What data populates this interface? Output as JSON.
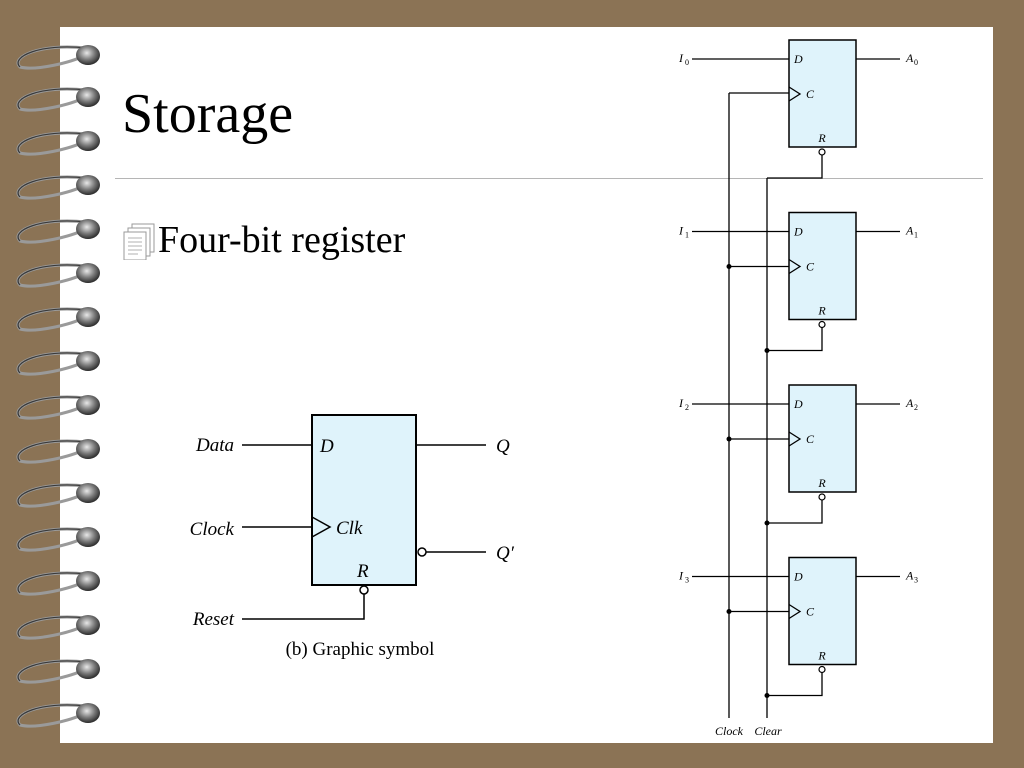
{
  "slide": {
    "title": "Storage",
    "bullet": "Four-bit register",
    "bullet_icon": "document-stack-icon",
    "colors": {
      "background": "#8b7355",
      "page": "#ffffff",
      "flipflop_fill": "#dff3fb"
    }
  },
  "symbol": {
    "inputs": {
      "data": "Data",
      "clock": "Clock",
      "reset": "Reset"
    },
    "pins": {
      "d": "D",
      "clk": "Clk",
      "r": "R"
    },
    "outputs": {
      "q": "Q",
      "q_not": "Q′"
    },
    "caption": "(b) Graphic symbol"
  },
  "register": {
    "pin_d": "D",
    "pin_c": "C",
    "pin_r": "R",
    "stages": [
      {
        "in_letter": "I",
        "in_index": "0",
        "out_letter": "A",
        "out_index": "0"
      },
      {
        "in_letter": "I",
        "in_index": "1",
        "out_letter": "A",
        "out_index": "1"
      },
      {
        "in_letter": "I",
        "in_index": "2",
        "out_letter": "A",
        "out_index": "2"
      },
      {
        "in_letter": "I",
        "in_index": "3",
        "out_letter": "A",
        "out_index": "3"
      }
    ],
    "bottom_labels": {
      "clock": "Clock",
      "clear": "Clear"
    }
  }
}
